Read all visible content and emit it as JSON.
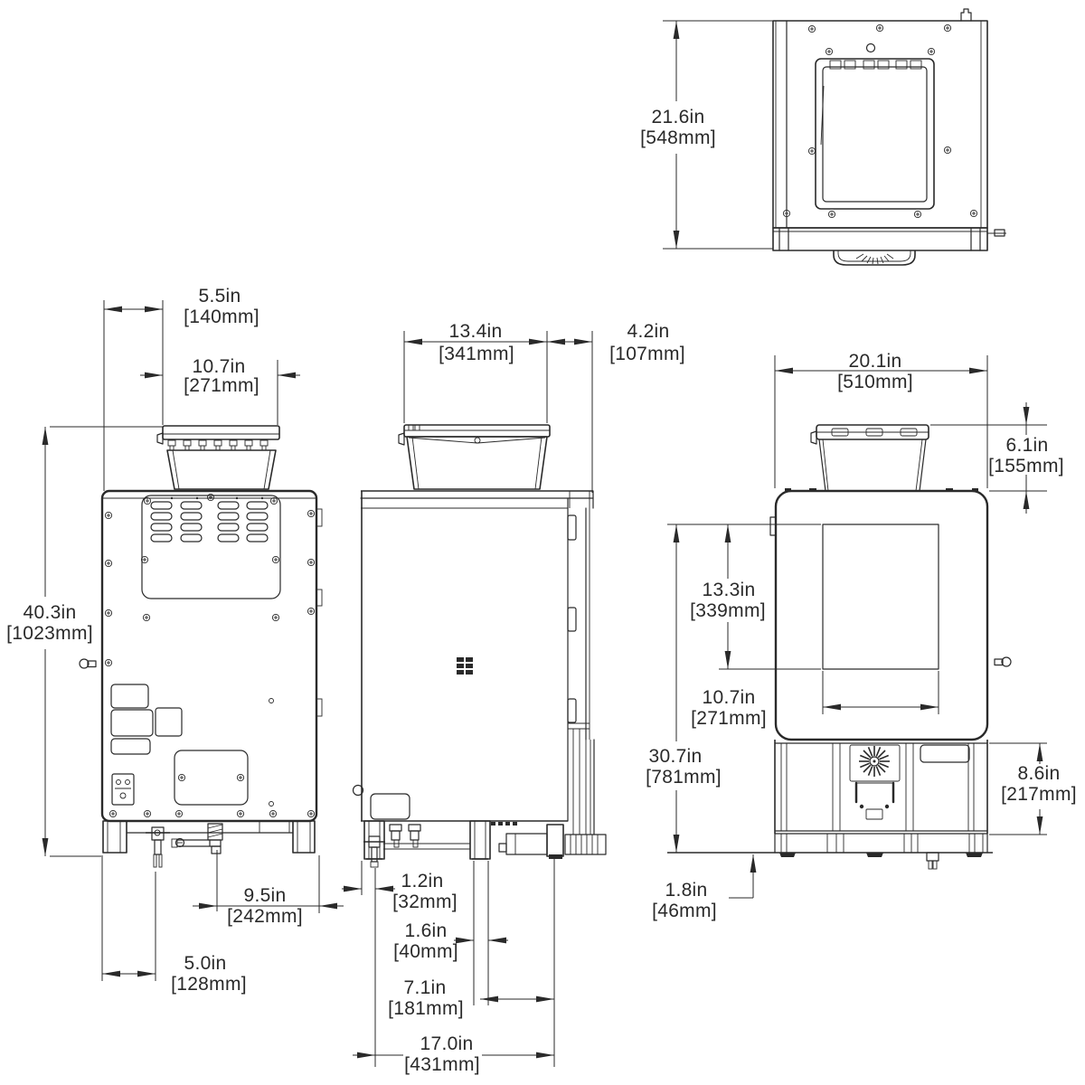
{
  "drawing_type": "equipment-dimension-drawing",
  "colors": {
    "line": "#2a2a2a",
    "background": "#ffffff"
  },
  "dimensions": {
    "top_view": {
      "depth": {
        "in": "21.6in",
        "mm": "[548mm]"
      }
    },
    "rear_view": {
      "hopper_offset": {
        "in": "5.5in",
        "mm": "[140mm]"
      },
      "hopper_width": {
        "in": "10.7in",
        "mm": "[271mm]"
      },
      "overall_height": {
        "in": "40.3in",
        "mm": "[1023mm]"
      },
      "inlet_to_side": {
        "in": "9.5in",
        "mm": "[242mm]"
      },
      "faucet_offset": {
        "in": "5.0in",
        "mm": "[128mm]"
      }
    },
    "side_view": {
      "hopper_depth": {
        "in": "13.4in",
        "mm": "[341mm]"
      },
      "front_clearance": {
        "in": "4.2in",
        "mm": "[107mm]"
      },
      "drain_offset": {
        "in": "1.2in",
        "mm": "[32mm]"
      },
      "leg_width": {
        "in": "1.6in",
        "mm": "[40mm]"
      },
      "leg_to_front": {
        "in": "7.1in",
        "mm": "[181mm]"
      },
      "overall_depth": {
        "in": "17.0in",
        "mm": "[431mm]"
      }
    },
    "front_view": {
      "overall_width": {
        "in": "20.1in",
        "mm": "[510mm]"
      },
      "hopper_height": {
        "in": "6.1in",
        "mm": "[155mm]"
      },
      "window_height": {
        "in": "13.3in",
        "mm": "[339mm]"
      },
      "window_width": {
        "in": "10.7in",
        "mm": "[271mm]"
      },
      "body_height": {
        "in": "30.7in",
        "mm": "[781mm]"
      },
      "lower_section_height": {
        "in": "8.6in",
        "mm": "[217mm]"
      },
      "base_height": {
        "in": "1.8in",
        "mm": "[46mm]"
      }
    }
  }
}
